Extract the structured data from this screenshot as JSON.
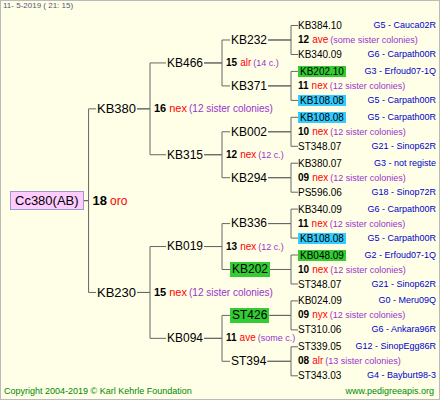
{
  "diagram": {
    "nodes": [
      {
        "text": [
          "Cc380(AB)"
        ]
      },
      {
        "text": [
          "KB380"
        ]
      },
      {
        "text": [
          "KB466"
        ]
      },
      {
        "text": [
          "KB232"
        ]
      },
      {
        "text": [
          "KB384.10",
          "G5 - Cauca02R"
        ]
      },
      {
        "text": [
          "KB340.09",
          "G6 - Carpath00R"
        ]
      },
      {
        "text": [
          "KB371"
        ]
      },
      {
        "text": [
          "KB202.10",
          "G3 - Erfoud07-1Q"
        ]
      },
      {
        "text": [
          "KB108.08",
          "G5 - Carpath00R"
        ]
      },
      {
        "text": [
          "KB315"
        ]
      },
      {
        "text": [
          "KB002"
        ]
      },
      {
        "text": [
          "KB108.08",
          "G5 - Carpath00R"
        ]
      },
      {
        "text": [
          "ST348.07",
          "G21 - Sinop62R"
        ]
      },
      {
        "text": [
          "KB294"
        ]
      },
      {
        "text": [
          "KB380.07",
          "G3 - not registe"
        ]
      },
      {
        "text": [
          "PS596.06",
          "G18 - Sinop72R"
        ]
      },
      {
        "text": [
          "KB230"
        ]
      },
      {
        "text": [
          "KB019"
        ]
      },
      {
        "text": [
          "KB336"
        ]
      },
      {
        "text": [
          "KB340.09",
          "G6 - Carpath00R"
        ]
      },
      {
        "text": [
          "KB108.08",
          "G5 - Carpath00R"
        ]
      },
      {
        "text": [
          "KB202"
        ]
      },
      {
        "text": [
          "KB048.09",
          "G2 - Erfoud07-1Q"
        ]
      },
      {
        "text": [
          "ST348.07",
          "G21 - Sinop62R"
        ]
      },
      {
        "text": [
          "KB094"
        ]
      },
      {
        "text": [
          "ST426"
        ]
      },
      {
        "text": [
          "KB024.09",
          "G0 - Meru09Q"
        ]
      },
      {
        "text": [
          "ST310.06",
          "G6 - Ankara96R"
        ]
      },
      {
        "text": [
          "ST394"
        ]
      },
      {
        "text": [
          "ST339.05",
          "G12 - SinopEgg86R"
        ]
      },
      {
        "text": [
          "ST343.03",
          "G4 - Bayburt98-3"
        ]
      }
    ],
    "edges": [
      {
        "from": 0,
        "to": 1,
        "arrow": "none"
      },
      {
        "from": 0,
        "to": 16,
        "arrow": "none"
      },
      {
        "from": 1,
        "to": 2,
        "arrow": "none"
      },
      {
        "from": 1,
        "to": 9,
        "arrow": "none"
      },
      {
        "from": 2,
        "to": 3,
        "arrow": "none"
      },
      {
        "from": 2,
        "to": 6,
        "arrow": "none"
      },
      {
        "from": 3,
        "to": 4,
        "arrow": "none"
      },
      {
        "from": 3,
        "to": 5,
        "arrow": "none"
      },
      {
        "from": 6,
        "to": 7,
        "arrow": "none"
      },
      {
        "from": 6,
        "to": 8,
        "arrow": "none"
      },
      {
        "from": 9,
        "to": 10,
        "arrow": "none"
      },
      {
        "from": 9,
        "to": 13,
        "arrow": "none"
      },
      {
        "from": 10,
        "to": 11,
        "arrow": "none"
      },
      {
        "from": 10,
        "to": 12,
        "arrow": "none"
      },
      {
        "from": 13,
        "to": 14,
        "arrow": "none"
      },
      {
        "from": 13,
        "to": 15,
        "arrow": "none"
      },
      {
        "from": 16,
        "to": 17,
        "arrow": "none"
      },
      {
        "from": 16,
        "to": 24,
        "arrow": "none"
      },
      {
        "from": 17,
        "to": 18,
        "arrow": "none"
      },
      {
        "from": 17,
        "to": 21,
        "arrow": "none"
      },
      {
        "from": 18,
        "to": 19,
        "arrow": "none"
      },
      {
        "from": 18,
        "to": 20,
        "arrow": "none"
      },
      {
        "from": 21,
        "to": 22,
        "arrow": "none"
      },
      {
        "from": 21,
        "to": 23,
        "arrow": "none"
      },
      {
        "from": 24,
        "to": 25,
        "arrow": "none"
      },
      {
        "from": 24,
        "to": 28,
        "arrow": "none"
      },
      {
        "from": 25,
        "to": 26,
        "arrow": "none"
      },
      {
        "from": 25,
        "to": 27,
        "arrow": "none"
      },
      {
        "from": 28,
        "to": 29,
        "arrow": "none"
      },
      {
        "from": 28,
        "to": 30,
        "arrow": "none"
      }
    ],
    "labels": [
      "11- 5-2019 ( 21: 15)",
      "18",
      "oro",
      "16",
      "nex",
      "(12 sister colonies)",
      "15",
      "alr",
      "(14 c.)",
      "12",
      "ave",
      "(some sister colonies)",
      "11",
      "nex",
      "(12 sister colonies)",
      "12",
      "nex",
      "(12 c.)",
      "10",
      "nex",
      "(12 sister colonies)",
      "09",
      "nex",
      "(12 sister colonies)",
      "15",
      "nex",
      "(12 sister colonies)",
      "13",
      "nex",
      "(12 c.)",
      "11",
      "nex",
      "(12 sister colonies)",
      "10",
      "nex",
      "(12 sister colonies)",
      "11",
      "ave",
      "(some c.)",
      "09",
      "nyx",
      "(12 sister colonies)",
      "08",
      "alr",
      "(13 sister colonies)",
      "Copyright 2004-2019 © Karl Kehrle Foundation",
      "www.pedigreeapis.org"
    ]
  }
}
